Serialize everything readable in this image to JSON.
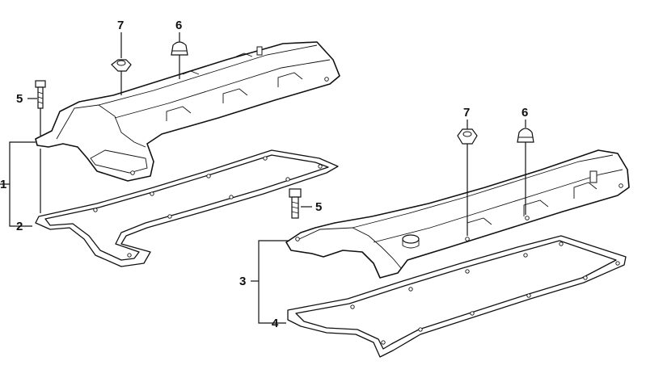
{
  "callouts": {
    "c1": "1",
    "c2": "2",
    "c3": "3",
    "c4": "4",
    "c5a": "5",
    "c5b": "5",
    "c6a": "6",
    "c6b": "6",
    "c7a": "7",
    "c7b": "7"
  },
  "parts": {
    "left_cover": "cylinder-head-cover-left",
    "right_cover": "cylinder-head-cover-right",
    "left_gasket": "gasket-left",
    "right_gasket": "gasket-right",
    "bolts": "bolt-icon",
    "cap_nuts": "cap-nut-icon",
    "nuts": "nut-icon"
  }
}
